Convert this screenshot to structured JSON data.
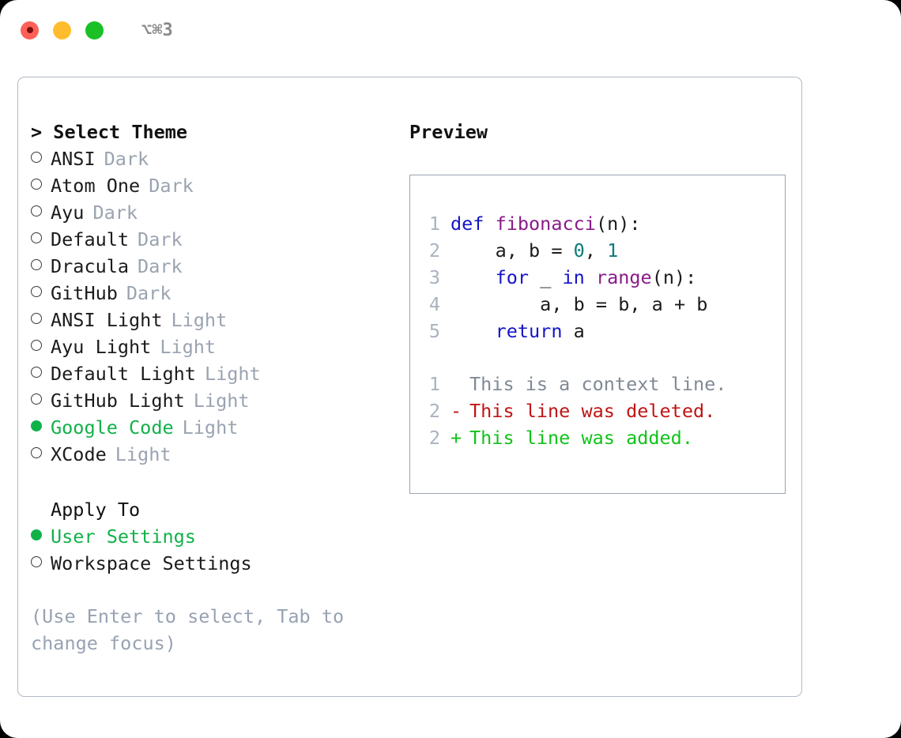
{
  "titlebar": {
    "shortcut": "⌥⌘3",
    "lights": [
      "close-light",
      "minimize-light",
      "zoom-light"
    ]
  },
  "theme_picker": {
    "heading": "> Select Theme",
    "options": [
      {
        "name": "ANSI",
        "variant": "Dark",
        "selected": false
      },
      {
        "name": "Atom One",
        "variant": "Dark",
        "selected": false
      },
      {
        "name": "Ayu",
        "variant": "Dark",
        "selected": false
      },
      {
        "name": "Default",
        "variant": "Dark",
        "selected": false
      },
      {
        "name": "Dracula",
        "variant": "Dark",
        "selected": false
      },
      {
        "name": "GitHub",
        "variant": "Dark",
        "selected": false
      },
      {
        "name": "ANSI Light",
        "variant": "Light",
        "selected": false
      },
      {
        "name": "Ayu Light",
        "variant": "Light",
        "selected": false
      },
      {
        "name": "Default Light",
        "variant": "Light",
        "selected": false
      },
      {
        "name": "GitHub Light",
        "variant": "Light",
        "selected": false
      },
      {
        "name": "Google Code",
        "variant": "Light",
        "selected": true
      },
      {
        "name": "XCode",
        "variant": "Light",
        "selected": false
      }
    ]
  },
  "apply_to": {
    "heading": "Apply To",
    "options": [
      {
        "name": "User Settings",
        "selected": true
      },
      {
        "name": "Workspace Settings",
        "selected": false
      }
    ]
  },
  "hint": "(Use Enter to select, Tab to change focus)",
  "preview": {
    "heading": "Preview",
    "code_lines": [
      {
        "num": "1",
        "tokens": [
          {
            "t": "def ",
            "c": "kw"
          },
          {
            "t": "fibonacci",
            "c": "fn"
          },
          {
            "t": "(n):",
            "c": "pl"
          }
        ]
      },
      {
        "num": "2",
        "tokens": [
          {
            "t": "    a, b = ",
            "c": "pl"
          },
          {
            "t": "0",
            "c": "num"
          },
          {
            "t": ", ",
            "c": "pl"
          },
          {
            "t": "1",
            "c": "num"
          }
        ]
      },
      {
        "num": "3",
        "tokens": [
          {
            "t": "    ",
            "c": "pl"
          },
          {
            "t": "for",
            "c": "kw"
          },
          {
            "t": " _ ",
            "c": "pl"
          },
          {
            "t": "in",
            "c": "kw"
          },
          {
            "t": " ",
            "c": "pl"
          },
          {
            "t": "range",
            "c": "fn"
          },
          {
            "t": "(n):",
            "c": "pl"
          }
        ]
      },
      {
        "num": "4",
        "tokens": [
          {
            "t": "        a, b = b, a + b",
            "c": "pl"
          }
        ]
      },
      {
        "num": "5",
        "tokens": [
          {
            "t": "    ",
            "c": "pl"
          },
          {
            "t": "return",
            "c": "kw"
          },
          {
            "t": " a",
            "c": "pl"
          }
        ]
      }
    ],
    "diff_lines": [
      {
        "num": "1",
        "marker": " ",
        "text": "This is a context line.",
        "kind": "ctx"
      },
      {
        "num": "2",
        "marker": "-",
        "text": "This line was deleted.",
        "kind": "del"
      },
      {
        "num": "2",
        "marker": "+",
        "text": "This line was added.",
        "kind": "add"
      }
    ]
  },
  "colors": {
    "accent_green": "#11b14a",
    "keyword_blue": "#1414c8",
    "function_purple": "#8a1a8a",
    "number_teal": "#0b7a7a",
    "diff_added": "#11c21a",
    "diff_deleted": "#c01515",
    "muted_gray": "#9aa3b0",
    "border": "#b2bac6"
  }
}
